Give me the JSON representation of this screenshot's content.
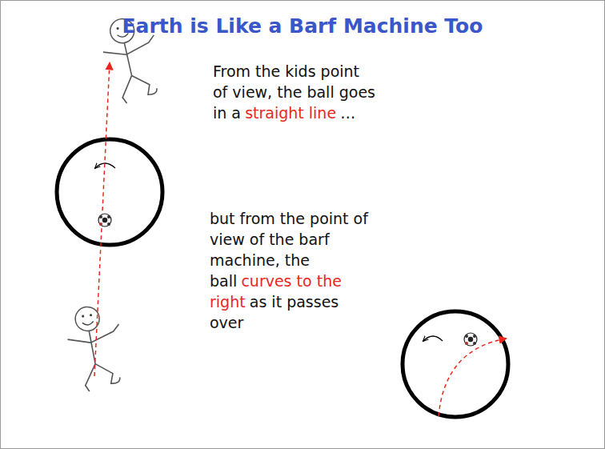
{
  "diagram": {
    "title": "Earth is Like a Barf Machine Too",
    "labels": [
      "From the kids point of view, the ball goes in a",
      "straight line",
      "…",
      "but from the point of view of the barf machine, the ball",
      "curves to the right",
      "as it passes over"
    ]
  }
}
